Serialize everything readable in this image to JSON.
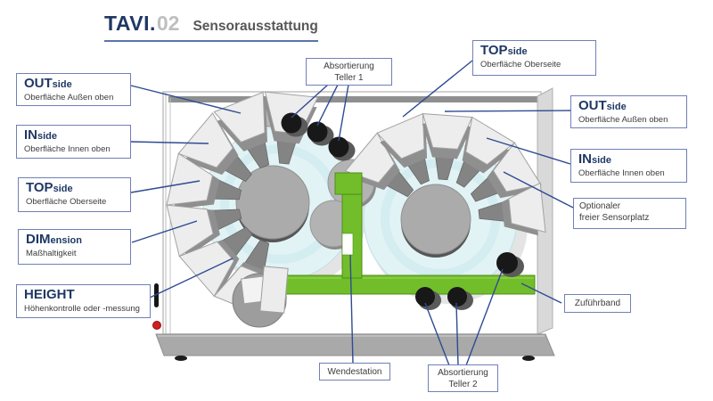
{
  "title": {
    "brand": "TAVI.",
    "brand_number": "02",
    "subtitle": "Sensorausstattung"
  },
  "labels": {
    "out_left": {
      "keyword": "OUT",
      "suffix": "side",
      "description": "Oberfläche Außen oben"
    },
    "in_left": {
      "keyword": "IN",
      "suffix": "side",
      "description": "Oberfläche Innen oben"
    },
    "top_left": {
      "keyword": "TOP",
      "suffix": "side",
      "description": "Oberfläche Oberseite"
    },
    "dim_left": {
      "keyword": "DIM",
      "suffix": "ension",
      "description": "Maßhaltigkeit"
    },
    "height_left": {
      "keyword": "HEIGHT",
      "suffix": "",
      "description": "Höhenkontrolle oder -messung"
    },
    "absortierung_1": {
      "line1": "Absortierung",
      "line2": "Teller 1"
    },
    "top_right": {
      "keyword": "TOP",
      "suffix": "side",
      "description": "Oberfläche Oberseite"
    },
    "out_right": {
      "keyword": "OUT",
      "suffix": "side",
      "description": "Oberfläche Außen oben"
    },
    "in_right": {
      "keyword": "IN",
      "suffix": "side",
      "description": "Oberfläche Innen oben"
    },
    "optional_slot": {
      "line1": "Optionaler",
      "line2": "freier Sensorplatz"
    },
    "zufuhrband": {
      "text": "Zuführband"
    },
    "wendestation": {
      "text": "Wendestation"
    },
    "absortierung_2": {
      "line1": "Absortierung",
      "line2": "Teller 2"
    }
  },
  "colors": {
    "brand_navy": "#1F3864",
    "brand_grey": "#BFBFBF",
    "subtitle_grey": "#575757",
    "callout_border": "#7080B8",
    "leader_line": "#2F4B93",
    "machine_green": "#72BE2A",
    "machine_green_dark": "#4F8F19",
    "plate_cyan": "#E2F3F6",
    "sensor_black": "#181818",
    "frame_grey": "#ADADAD"
  }
}
